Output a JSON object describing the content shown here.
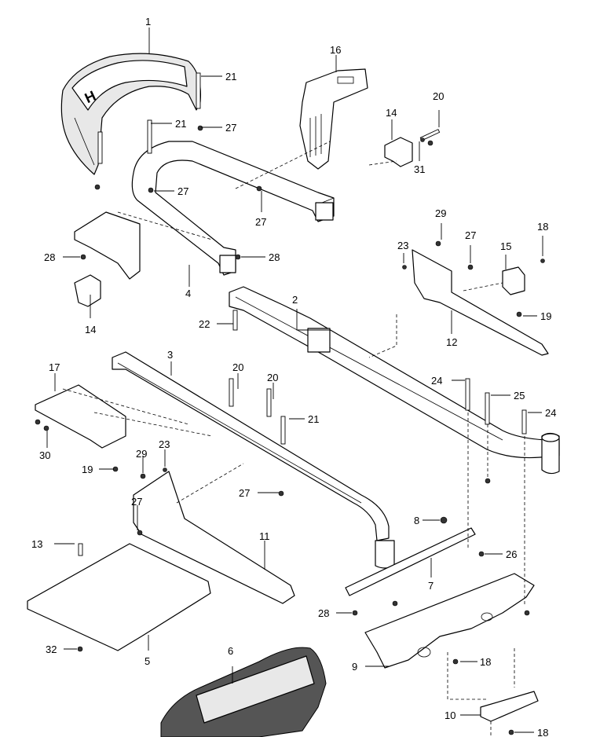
{
  "diagram": {
    "callouts": {
      "c1": "1",
      "c2": "2",
      "c3": "3",
      "c4": "4",
      "c5": "5",
      "c6": "6",
      "c7": "7",
      "c8": "8",
      "c9": "9",
      "c10": "10",
      "c11": "11",
      "c12": "12",
      "c13": "13",
      "c14a": "14",
      "c14b": "14",
      "c15": "15",
      "c16": "16",
      "c17": "17",
      "c18a": "18",
      "c18b": "18",
      "c18c": "18",
      "c19a": "19",
      "c19b": "19",
      "c20a": "20",
      "c20b": "20",
      "c20c": "20",
      "c21a": "21",
      "c21b": "21",
      "c21c": "21",
      "c22": "22",
      "c23a": "23",
      "c23b": "23",
      "c24a": "24",
      "c24b": "24",
      "c25": "25",
      "c26": "26",
      "c27a": "27",
      "c27b": "27",
      "c27c": "27",
      "c27d": "27",
      "c27e": "27",
      "c27f": "27",
      "c28a": "28",
      "c28b": "28",
      "c28c": "28",
      "c29a": "29",
      "c29b": "29",
      "c30": "30",
      "c31": "31",
      "c32": "32"
    }
  }
}
